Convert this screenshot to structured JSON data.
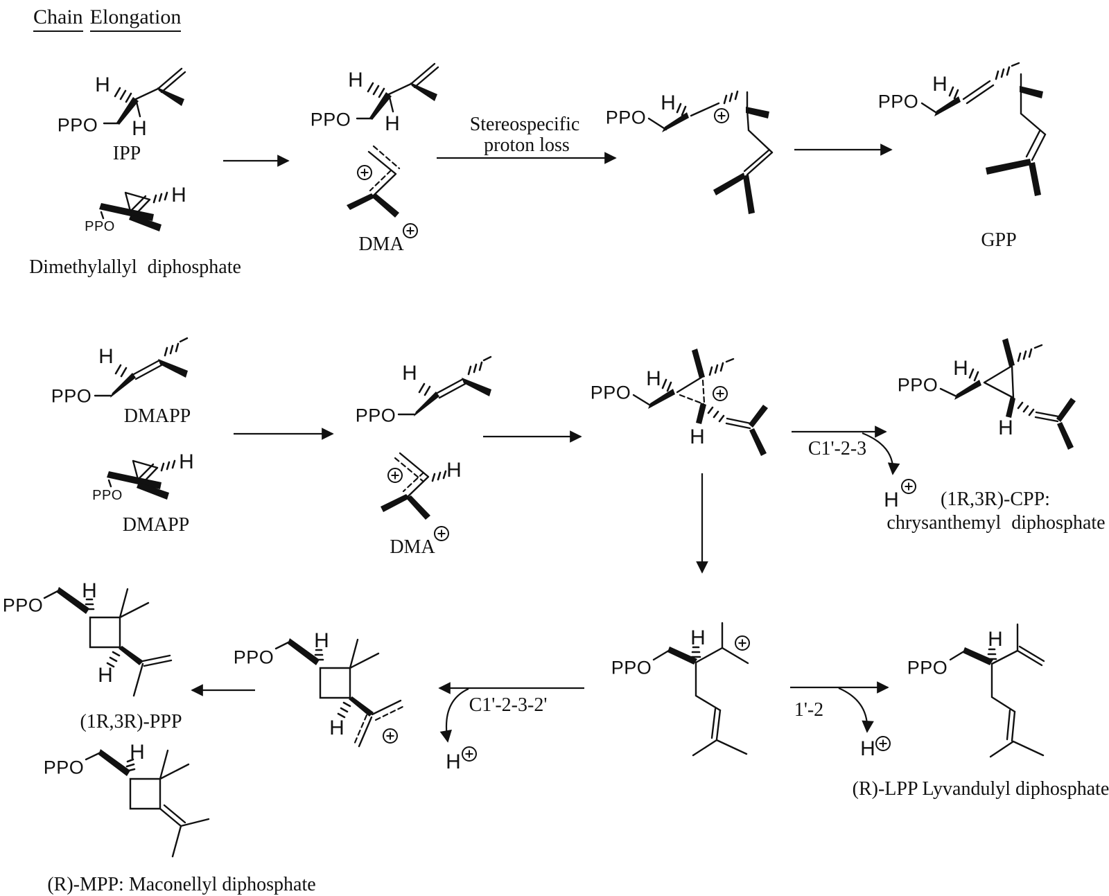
{
  "title": {
    "word1": "Chain",
    "word2": "Elongation"
  },
  "atoms": {
    "ppo": "PPO",
    "h": "H"
  },
  "species": {
    "ipp": "IPP",
    "dimethylallyl": "Dimethylallyl diphosphate",
    "dma": "DMA",
    "gpp": "GPP",
    "dmapp": "DMAPP",
    "cpp_line1": "(1R,3R)-CPP:",
    "cpp_line2": "chrysanthemyl diphosphate",
    "ppp": "(1R,3R)-PPP",
    "mpp": "(R)-MPP: Maconellyl diphosphate",
    "lpp": "(R)-LPP Lyvandulyl diphosphate"
  },
  "arrows": {
    "stereospecific_line1": "Stereospecific",
    "stereospecific_line2": "proton loss",
    "c1_2_3": "C1'-2-3",
    "c1_2_3_2": "C1'-2-3-2'",
    "one_2": "1'-2"
  },
  "colors": {
    "ink": "#111111",
    "background": "#ffffff"
  }
}
